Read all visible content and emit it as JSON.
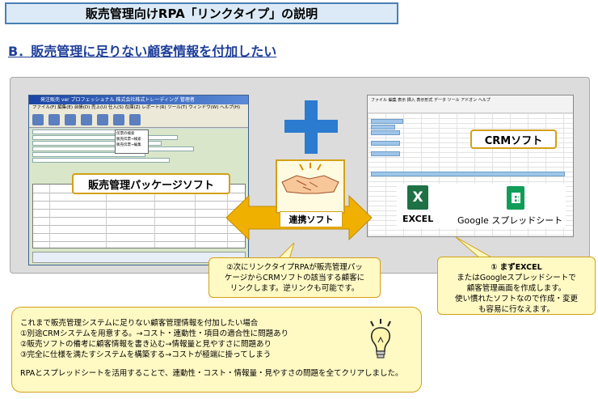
{
  "title": "販売管理向けRPA「リンクタイプ」の説明",
  "subtitle": "B．販売管理に足りない顧客情報を付加したい",
  "sales_app": {
    "window_title": "発注販売 ver プロフェッショナル    株式会社株式トレーディング 管理者",
    "menu": "ファイル(F)  編集(E)  台帳(D)  売上(U)  仕入(S)  在庫(Z)  レポート(R)  ツール(T)  ウィンドウ(W)  ヘルプ(H)",
    "dropdown_items": [
      "伝票の検索",
      "販売伝票→検索",
      "販売伝票→編集"
    ],
    "label": "販売管理パッケージソフト"
  },
  "crm": {
    "label": "CRMソフト",
    "menu": "ファイル  編集  表示  挿入  表示形式  データ  ツール  アドオン  ヘルプ",
    "excel_icon": "X",
    "excel_label": "EXCEL",
    "google_label": "Google スプレッドシート"
  },
  "link_label": "連携ソフト",
  "callout_2": [
    "②次にリンクタイプRPAが販売管理パッ",
    "ケージからCRMソフトの該当する顧客に",
    "リンクします。逆リンクも可能です。"
  ],
  "callout_1": [
    "① まずEXCEL",
    "またはGoogleスプレッドシートで",
    "顧客管理画面を作成します。",
    "使い慣れたソフトなので作成・変更",
    "も容易に行なえます。"
  ],
  "bottom": {
    "lines": [
      "これまで販売管理システムに足りない顧客管理情報を付加したい場合",
      "①別途CRMシステムを用意する。→コスト・連動性・項目の適合性に問題あり",
      "②販売ソフトの備考に顧客情報を書き込む→情報量と見やすさに問題あり",
      "③完全に仕様を満たすシステムを構築する→コストが極端に掛ってしまう"
    ],
    "conclusion": "RPAとスプレッドシートを活用することで、連動性・コスト・情報量・見やすさの問題を全てクリアしました。"
  },
  "colors": {
    "title_bg": "#dbeaf6",
    "subtitle": "#1f3f9a",
    "plus": "#2b7bd0",
    "arrow": "#f0b000",
    "callout_bg": "#fff9c4",
    "excel": "#1e7145",
    "google_sheets": "#0f9d58"
  }
}
